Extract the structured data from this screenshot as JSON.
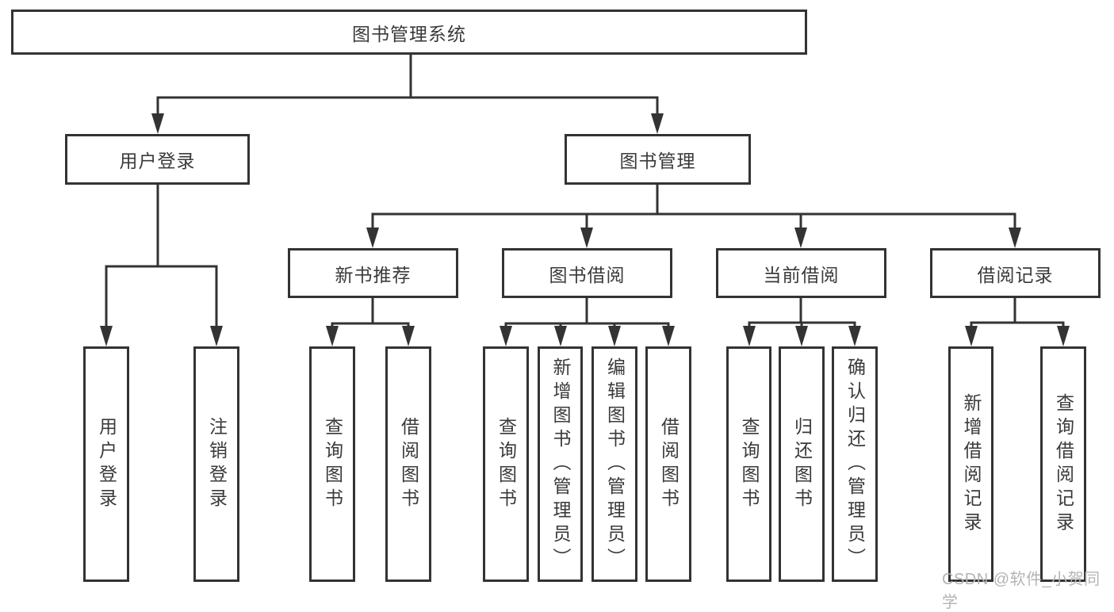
{
  "nodes": {
    "root": {
      "label": "图书管理系统"
    },
    "user_login": {
      "label": "用户登录"
    },
    "book_management": {
      "label": "图书管理"
    },
    "new_book_recommendation": {
      "label": "新书推荐"
    },
    "book_borrowing": {
      "label": "图书借阅"
    },
    "current_borrowing": {
      "label": "当前借阅"
    },
    "borrowing_records": {
      "label": "借阅记录"
    },
    "user_login_leaf": {
      "label": "用户登录"
    },
    "logout_leaf": {
      "label": "注销登录"
    },
    "query_book_new": {
      "label": "查询图书"
    },
    "borrow_book_new": {
      "label": "借阅图书"
    },
    "query_book_borrow": {
      "label": "查询图书"
    },
    "add_book_admin": {
      "label": "新增图书（管理员）"
    },
    "edit_book_admin": {
      "label": "编辑图书（管理员）"
    },
    "borrow_book_borrow": {
      "label": "借阅图书"
    },
    "query_book_current": {
      "label": "查询图书"
    },
    "return_book": {
      "label": "归还图书"
    },
    "confirm_return_admin": {
      "label": "确认归还（管理员）"
    },
    "add_borrow_record": {
      "label": "新增借阅记录"
    },
    "query_borrow_record": {
      "label": "查询借阅记录"
    }
  },
  "hierarchy": {
    "root": [
      "user_login",
      "book_management"
    ],
    "user_login": [
      "user_login_leaf",
      "logout_leaf"
    ],
    "book_management": [
      "new_book_recommendation",
      "book_borrowing",
      "current_borrowing",
      "borrowing_records"
    ],
    "new_book_recommendation": [
      "query_book_new",
      "borrow_book_new"
    ],
    "book_borrowing": [
      "query_book_borrow",
      "add_book_admin",
      "edit_book_admin",
      "borrow_book_borrow"
    ],
    "current_borrowing": [
      "query_book_current",
      "return_book",
      "confirm_return_admin"
    ],
    "borrowing_records": [
      "add_borrow_record",
      "query_borrow_record"
    ]
  },
  "watermark": {
    "text": "CSDN @软件_小贺同学"
  },
  "colors": {
    "line": "#333333",
    "node_border": "#333333",
    "node_text": "#3a3a3a",
    "watermark": "#b4b4b4",
    "background": "#ffffff"
  }
}
